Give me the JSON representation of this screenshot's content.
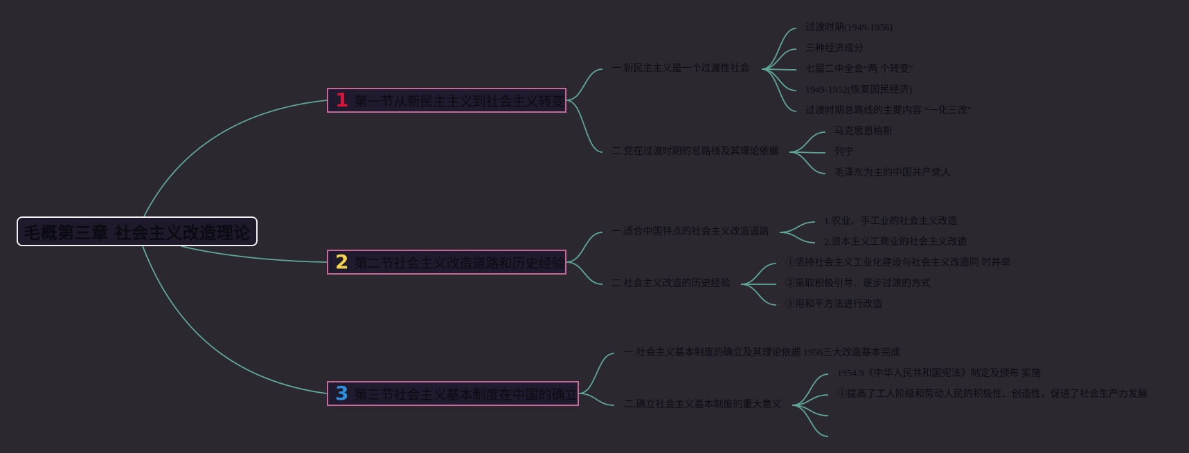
{
  "colors": {
    "background": "#2b2830",
    "connector": "#5fa898",
    "section_border": "#c9699a",
    "num1": "#d6163a",
    "num2": "#f1d44c",
    "num3": "#2e8fe0"
  },
  "root": {
    "title": "毛概第三章 社会主义改造理论"
  },
  "sections": [
    {
      "number": "1",
      "title": "第一节从新民主主义到社会主义转变",
      "subs": [
        {
          "label": "一.新民主主义是一个过渡性社会",
          "leaves": [
            "过渡时期(1949-1956)",
            "三种经济成分",
            "七届二中全会“两 个转变”",
            "1949-1952(恢复国民经济)",
            "过渡时期总路线的主要内容 “一化三改”"
          ]
        },
        {
          "label": "二.党在过渡时期的总路线及其理论依据",
          "leaves": [
            "马克思恩格斯",
            "列宁",
            "毛泽东为主的中国共产党人"
          ]
        }
      ]
    },
    {
      "number": "2",
      "title": "第二节社会主义改造道路和历史经验",
      "subs": [
        {
          "label": "一.适合中国特点的社会主义改造道路",
          "leaves": [
            "1.农业、手工业的社会主义改造",
            "2.资本主义工商业的社会主义改造"
          ]
        },
        {
          "label": "二.社会主义改造的历史经验",
          "leaves": [
            "①坚持社会主义工业化建设与社会主义改造同 时并举",
            "②采取积极引导、逐步过渡的方式",
            "③用和平方法进行改造"
          ]
        }
      ]
    },
    {
      "number": "3",
      "title": "第三节社会主义基本制度在中国的确立",
      "subs": [
        {
          "label": "一.社会主义基本制度的确立及其理论依据 1956三大改造基本完成",
          "leaves": []
        },
        {
          "label": "二.确立社会主义基本制度的重大意义",
          "leaves": [
            "1954.9《中华人民共和国宪法》制定及颁布 实施",
            "①提高了工人阶级和劳动人民的积极性、创造性，促进了社会生产力发展",
            "",
            ""
          ]
        }
      ]
    }
  ]
}
